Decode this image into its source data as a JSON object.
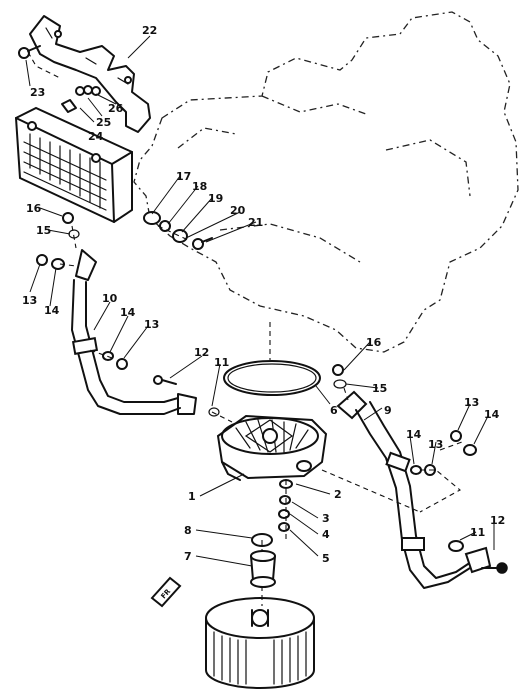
{
  "callouts": [
    {
      "id": "c1",
      "text": "1"
    },
    {
      "id": "c2",
      "text": "2"
    },
    {
      "id": "c3",
      "text": "3"
    },
    {
      "id": "c4",
      "text": "4"
    },
    {
      "id": "c5",
      "text": "5"
    },
    {
      "id": "c6",
      "text": "6"
    },
    {
      "id": "c7",
      "text": "7"
    },
    {
      "id": "c8",
      "text": "8"
    },
    {
      "id": "c9",
      "text": "9"
    },
    {
      "id": "c10",
      "text": "10"
    },
    {
      "id": "c11a",
      "text": "11"
    },
    {
      "id": "c11b",
      "text": "11"
    },
    {
      "id": "c12a",
      "text": "12"
    },
    {
      "id": "c12b",
      "text": "12"
    },
    {
      "id": "c13a",
      "text": "13"
    },
    {
      "id": "c13b",
      "text": "13"
    },
    {
      "id": "c13c",
      "text": "13"
    },
    {
      "id": "c13d",
      "text": "13"
    },
    {
      "id": "c14a",
      "text": "14"
    },
    {
      "id": "c14b",
      "text": "14"
    },
    {
      "id": "c14c",
      "text": "14"
    },
    {
      "id": "c14d",
      "text": "14"
    },
    {
      "id": "c15a",
      "text": "15"
    },
    {
      "id": "c15b",
      "text": "15"
    },
    {
      "id": "c16a",
      "text": "16"
    },
    {
      "id": "c16b",
      "text": "16"
    },
    {
      "id": "c17",
      "text": "17"
    },
    {
      "id": "c18",
      "text": "18"
    },
    {
      "id": "c19",
      "text": "19"
    },
    {
      "id": "c20",
      "text": "20"
    },
    {
      "id": "c21",
      "text": "21"
    },
    {
      "id": "c22",
      "text": "22"
    },
    {
      "id": "c23",
      "text": "23"
    },
    {
      "id": "c24",
      "text": "24"
    },
    {
      "id": "c25",
      "text": "25"
    },
    {
      "id": "c26",
      "text": "26"
    }
  ],
  "front_marker": {
    "text": "FR"
  }
}
